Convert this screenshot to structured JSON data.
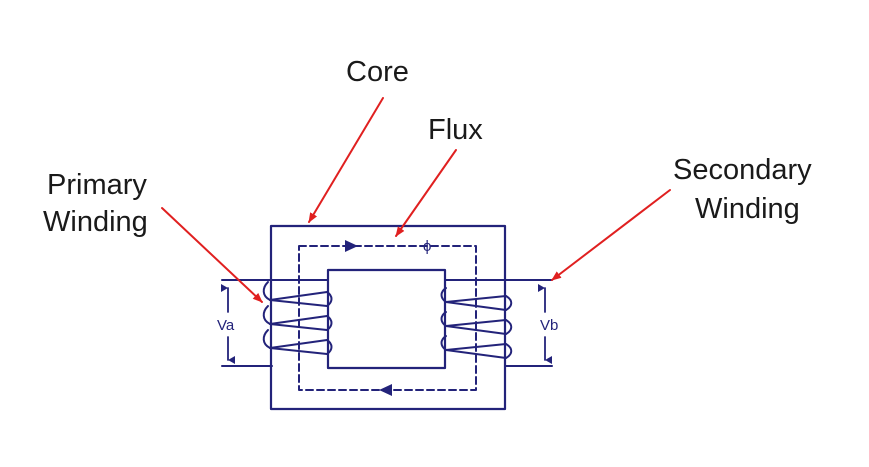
{
  "labels": {
    "core": "Core",
    "flux": "Flux",
    "primary_line1": "Primary",
    "primary_line2": "Winding",
    "secondary_line1": "Secondary",
    "secondary_line2": "Winding",
    "phi": "ϕ",
    "va": "Va",
    "vb": "Vb"
  },
  "colors": {
    "line": "#23237a",
    "arrow": "#e02020",
    "text": "#1a1a1a",
    "background": "#ffffff"
  }
}
